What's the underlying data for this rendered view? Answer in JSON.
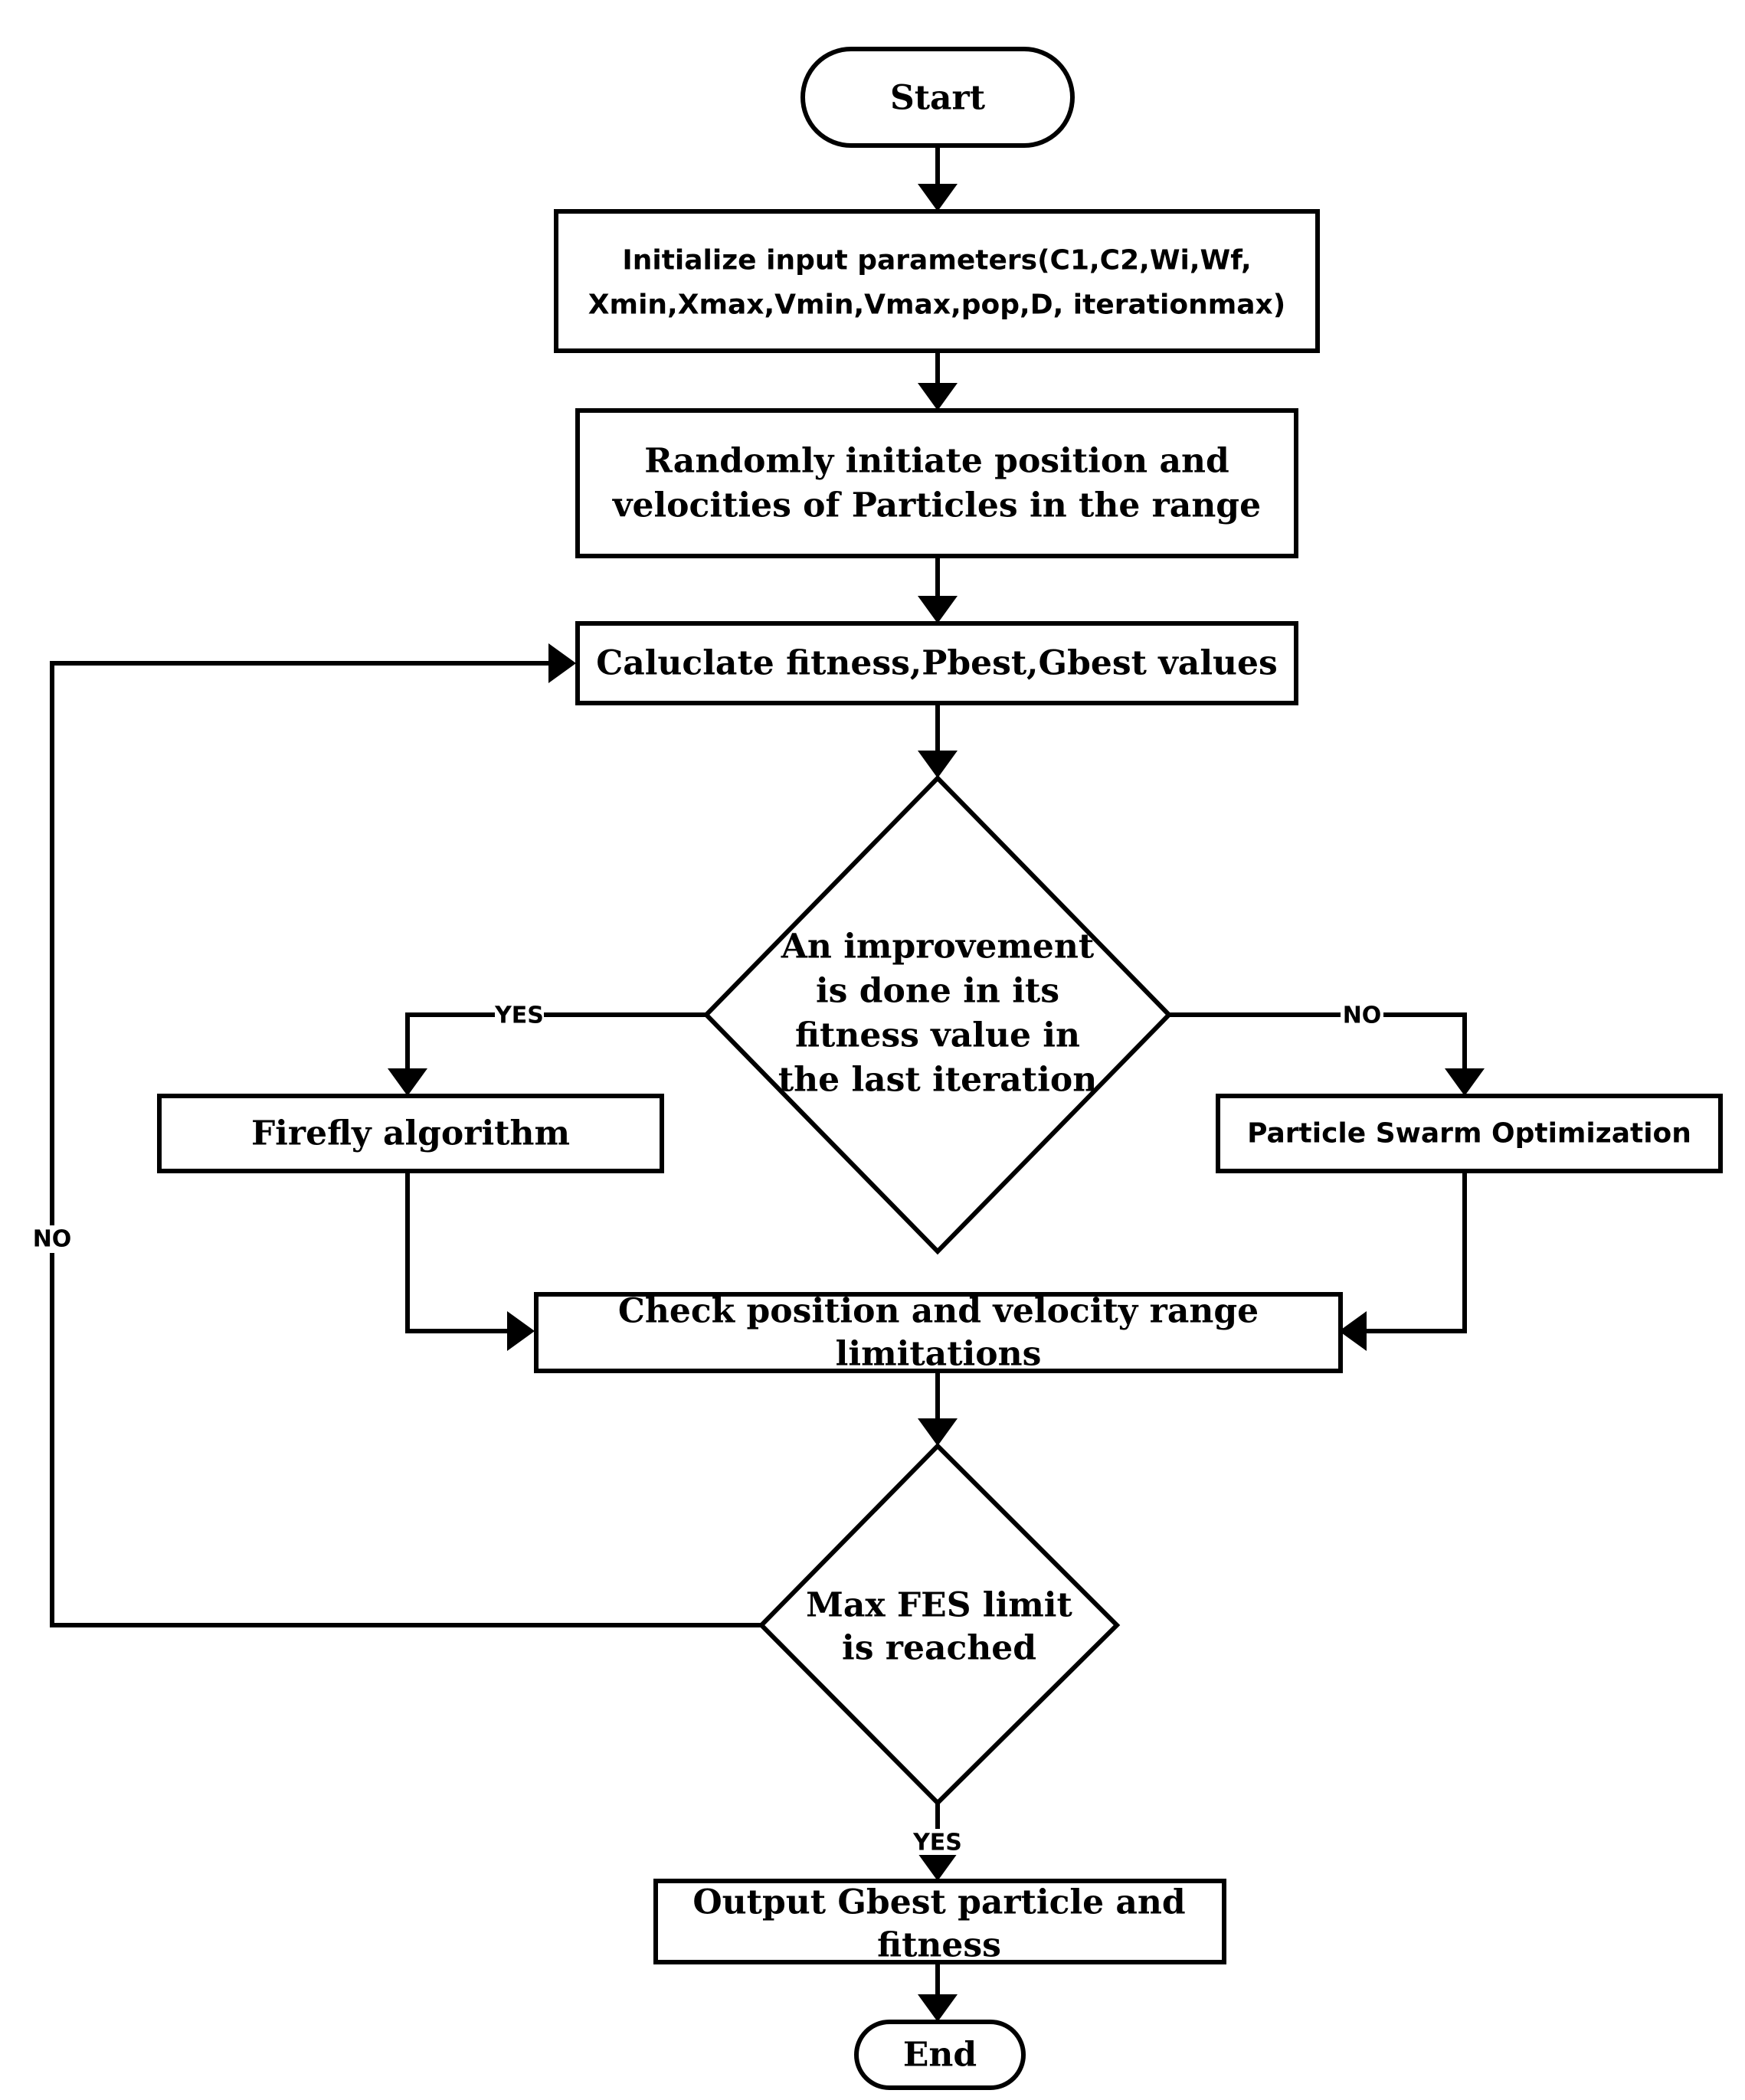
{
  "nodes": {
    "start": "Start",
    "init_params_line1": "Initialize input parameters(C1,C2,Wi,Wf,",
    "init_params_line2": "Xmin,Xmax,Vmin,Vmax,pop,D, iterationmax)",
    "random_init_line1": "Randomly initiate position and",
    "random_init_line2": "velocities of Particles in the range",
    "calc_fitness": "Caluclate fitness,Pbest,Gbest values",
    "improvement_line1": "An improvement",
    "improvement_line2": "is done in its",
    "improvement_line3": "fitness value in",
    "improvement_line4": "the last iteration",
    "firefly": "Firefly algorithm",
    "pso": "Particle Swarm Optimization",
    "check_line1": "Check position and velocity range",
    "check_line2": "limitations",
    "max_fes_line1": "Max FES limit",
    "max_fes_line2": "is reached",
    "output_line1": "Output Gbest particle and",
    "output_line2": "fitness",
    "end": "End"
  },
  "edge_labels": {
    "improvement_yes": "YES",
    "improvement_no": "NO",
    "loop_no": "NO",
    "fes_yes": "YES"
  }
}
